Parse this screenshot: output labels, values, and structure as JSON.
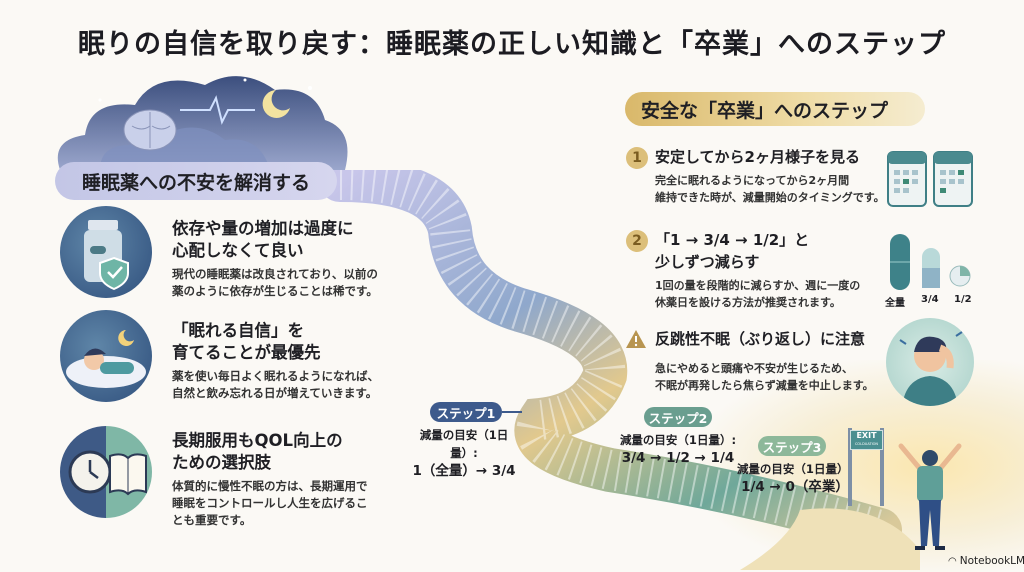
{
  "title": "眠りの自信を取り戻す：睡眠薬の正しい知識と「卒業」へのステップ",
  "left": {
    "header": "睡眠薬への不安を解消する",
    "items": [
      {
        "title_l1": "依存や量の増加は過度に",
        "title_l2": "心配しなくて良い",
        "body_l1": "現代の睡眠薬は改良されており、以前の",
        "body_l2": "薬のように依存が生じることは稀です。"
      },
      {
        "title_l1": "「眠れる自信」を",
        "title_l2": "育てることが最優先",
        "body_l1": "薬を使い毎日よく眠れるようになれば、",
        "body_l2": "自然と飲み忘れる日が増えていきます。"
      },
      {
        "title_l1": "長期服用もQOL向上の",
        "title_l2": "ための選択肢",
        "body_l1": "体質的に慢性不眠の方は、長期運用で",
        "body_l2": "睡眠をコントロールし人生を広げるこ",
        "body_l3": "とも重要です。"
      }
    ]
  },
  "right": {
    "header": "安全な「卒業」へのステップ",
    "steps": [
      {
        "num": "1",
        "title_l1": "安定してから2ヶ月様子を見る",
        "body_l1": "完全に眠れるようになってから2ヶ月間",
        "body_l2": "維持できた時が、減量開始のタイミングです。"
      },
      {
        "num": "2",
        "title_l1": "「1 → 3/4 → 1/2」と",
        "title_l2": "少しずつ減らす",
        "body_l1": "1回の量を段階的に減らすか、週に一度の",
        "body_l2": "休薬日を設ける方法が推奨されます。"
      }
    ],
    "warning": {
      "title": "反跳性不眠（ぶり返し）に注意",
      "body_l1": "急にやめると頭痛や不安が生じるため、",
      "body_l2": "不眠が再発したら焦らず減量を中止します。"
    },
    "pill_labels": [
      "全量",
      "3/4",
      "1/2"
    ]
  },
  "stairs": [
    {
      "label": "ステップ1",
      "caption": "減量の目安（1日量）:",
      "dose": "1（全量）→ 3/4",
      "color": "#3d5a8c"
    },
    {
      "label": "ステップ2",
      "caption": "減量の目安（1日量）:",
      "dose": "3/4 → 1/2 → 1/4",
      "color": "#6a9e8f"
    },
    {
      "label": "ステップ3",
      "caption": "減量の目安（1日量）:",
      "dose": "1/4 → 0（卒業）",
      "color": "#8db89a"
    }
  ],
  "exit_sign": {
    "line1": "EXIT",
    "line2": "COLDUATION"
  },
  "brand": "NotebookLM"
}
